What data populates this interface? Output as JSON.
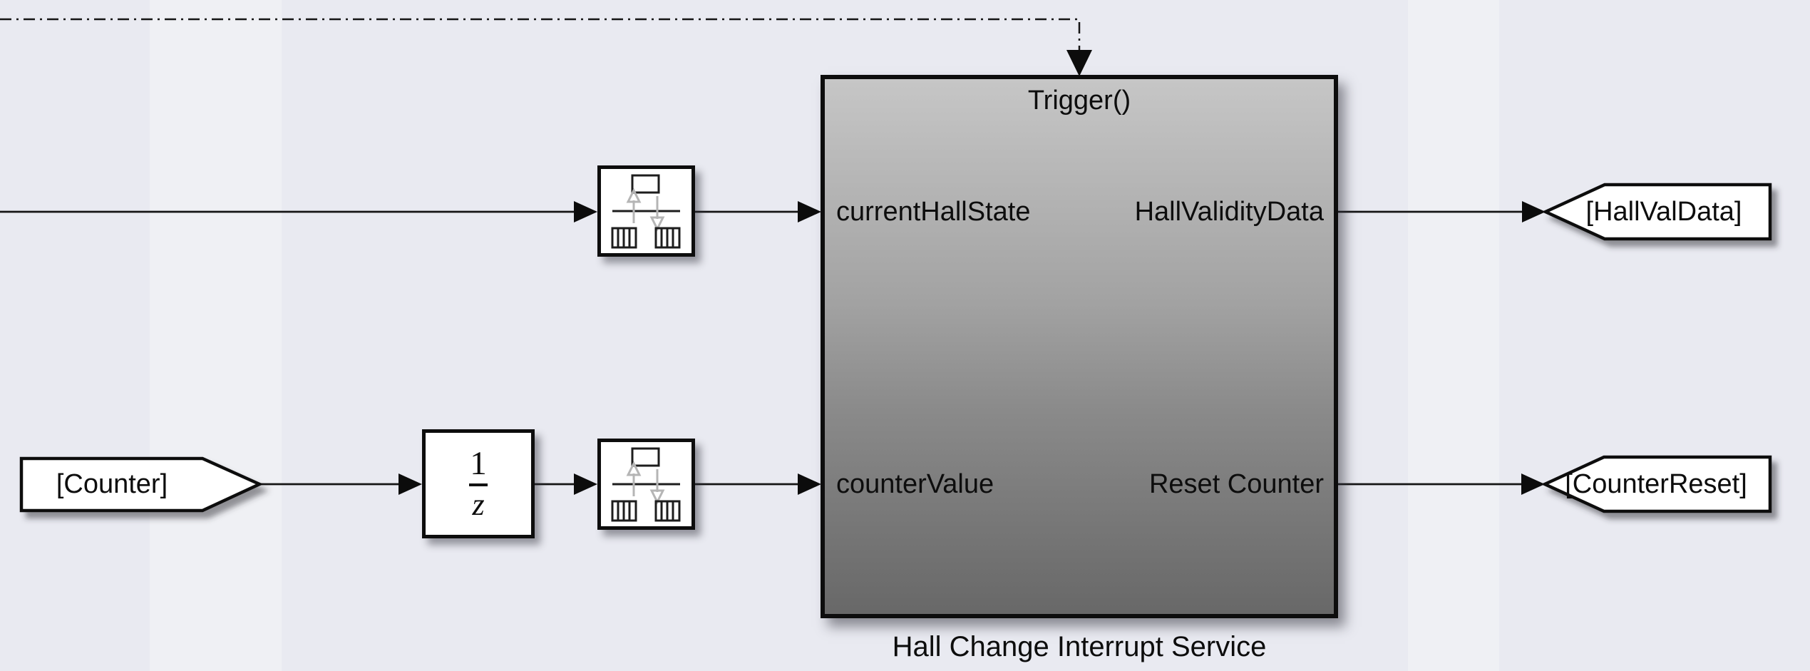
{
  "diagram": {
    "subsystem": {
      "name": "Hall Change Interrupt Service",
      "trigger_port": "Trigger()",
      "inports": [
        "currentHallState",
        "counterValue"
      ],
      "outports": [
        "HallValidityData",
        "Reset Counter"
      ]
    },
    "unit_delay": {
      "numerator": "1",
      "denominator": "z"
    },
    "tags": {
      "counter_from": "[Counter]",
      "hall_val_data_goto": "[HallValData]",
      "counter_reset_goto": "[CounterReset]"
    },
    "colors": {
      "canvas_background": "#e9eaf1",
      "stripe": "#f4f4f5",
      "subsystem_gradient_top": "#c6c6c6",
      "subsystem_gradient_bottom": "#686868",
      "wire": "#151515",
      "block_fill": "#ffffff",
      "rate_transition_arrow_gray": "#b5b5b5"
    }
  }
}
